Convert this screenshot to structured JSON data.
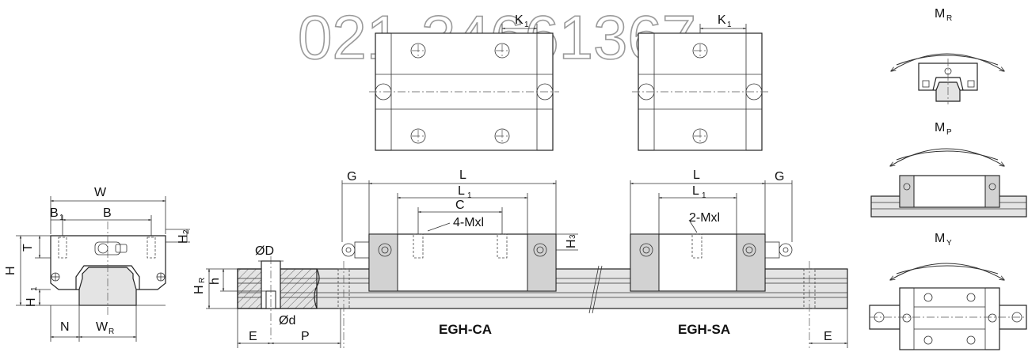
{
  "watermark": "021-34661367",
  "labels": {
    "W": "W",
    "B": "B",
    "B1": "B",
    "B1_sub": "1",
    "T": "T",
    "H": "H",
    "H1": "H",
    "H1_sub": "1",
    "H2": "H",
    "H2_sub": "2",
    "N": "N",
    "WR": "W",
    "WR_sub": "R",
    "HR": "H",
    "HR_sub": "R",
    "h": "h",
    "phiD": "ØD",
    "phid": "Ød",
    "E_left": "E",
    "P": "P",
    "G_left": "G",
    "L_ca": "L",
    "L1_ca": "L",
    "L1_ca_sub": "1",
    "C": "C",
    "mxl_ca": "4-Mxl",
    "H3": "H",
    "H3_sub": "3",
    "L_sa": "L",
    "L1_sa": "L",
    "L1_sa_sub": "1",
    "mxl_sa": "2-Mxl",
    "G_right": "G",
    "E_right": "E",
    "K1_ca": "K",
    "K1_ca_sub": "1",
    "K1_sa": "K",
    "K1_sa_sub": "1"
  },
  "models": {
    "ca": "EGH-CA",
    "sa": "EGH-SA"
  },
  "moments": {
    "MR": "M",
    "MR_sub": "R",
    "MP": "M",
    "MP_sub": "P",
    "MY": "M",
    "MY_sub": "Y"
  }
}
